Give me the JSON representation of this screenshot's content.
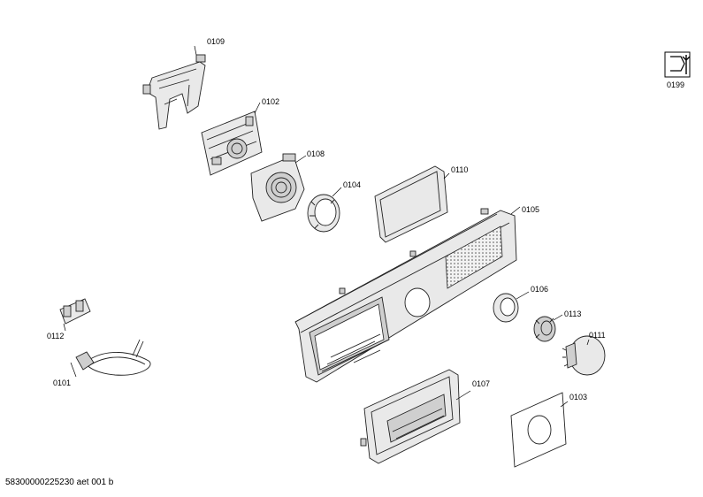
{
  "callouts": {
    "p0109": "0109",
    "p0102": "0102",
    "p0108": "0108",
    "p0104": "0104",
    "p0110": "0110",
    "p0105": "0105",
    "p0106": "0106",
    "p0113": "0113",
    "p0111": "0111",
    "p0107": "0107",
    "p0103": "0103",
    "p0112": "0112",
    "p0101": "0101",
    "p0199": "0199"
  },
  "footer_text": "58300000225230 aet 001 b"
}
